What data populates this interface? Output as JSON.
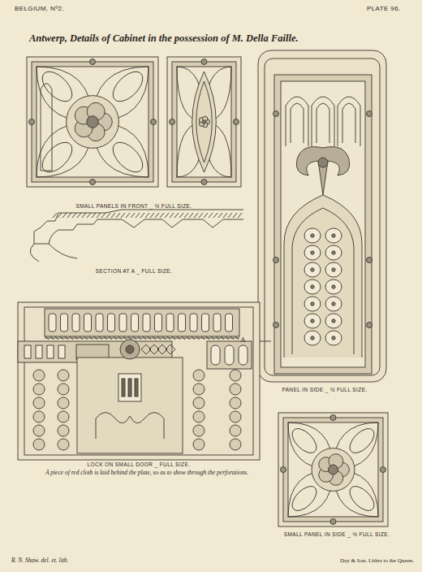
{
  "diagram": {
    "title": "Antwerp, Details of Cabinet in the possession of M. Della Faille.",
    "labels": [
      "BELGIUM, Nº2.",
      "PLATE 96.",
      "SMALL PANELS IN FRONT _ ½ FULL SIZE.",
      "SECTION AT A _ FULL SIZE.",
      "A",
      "PANEL IN SIDE _ ½ FULL SIZE.",
      "LOCK ON SMALL DOOR _ FULL SIZE.",
      "A piece of red cloth is laid behind the plate, so as to show through the perforations.",
      "SMALL PANEL IN SIDE _ ½ FULL SIZE.",
      "R. N. Shaw. del. et. lith.",
      "Day & Son. Lithrs to the Queen."
    ]
  }
}
